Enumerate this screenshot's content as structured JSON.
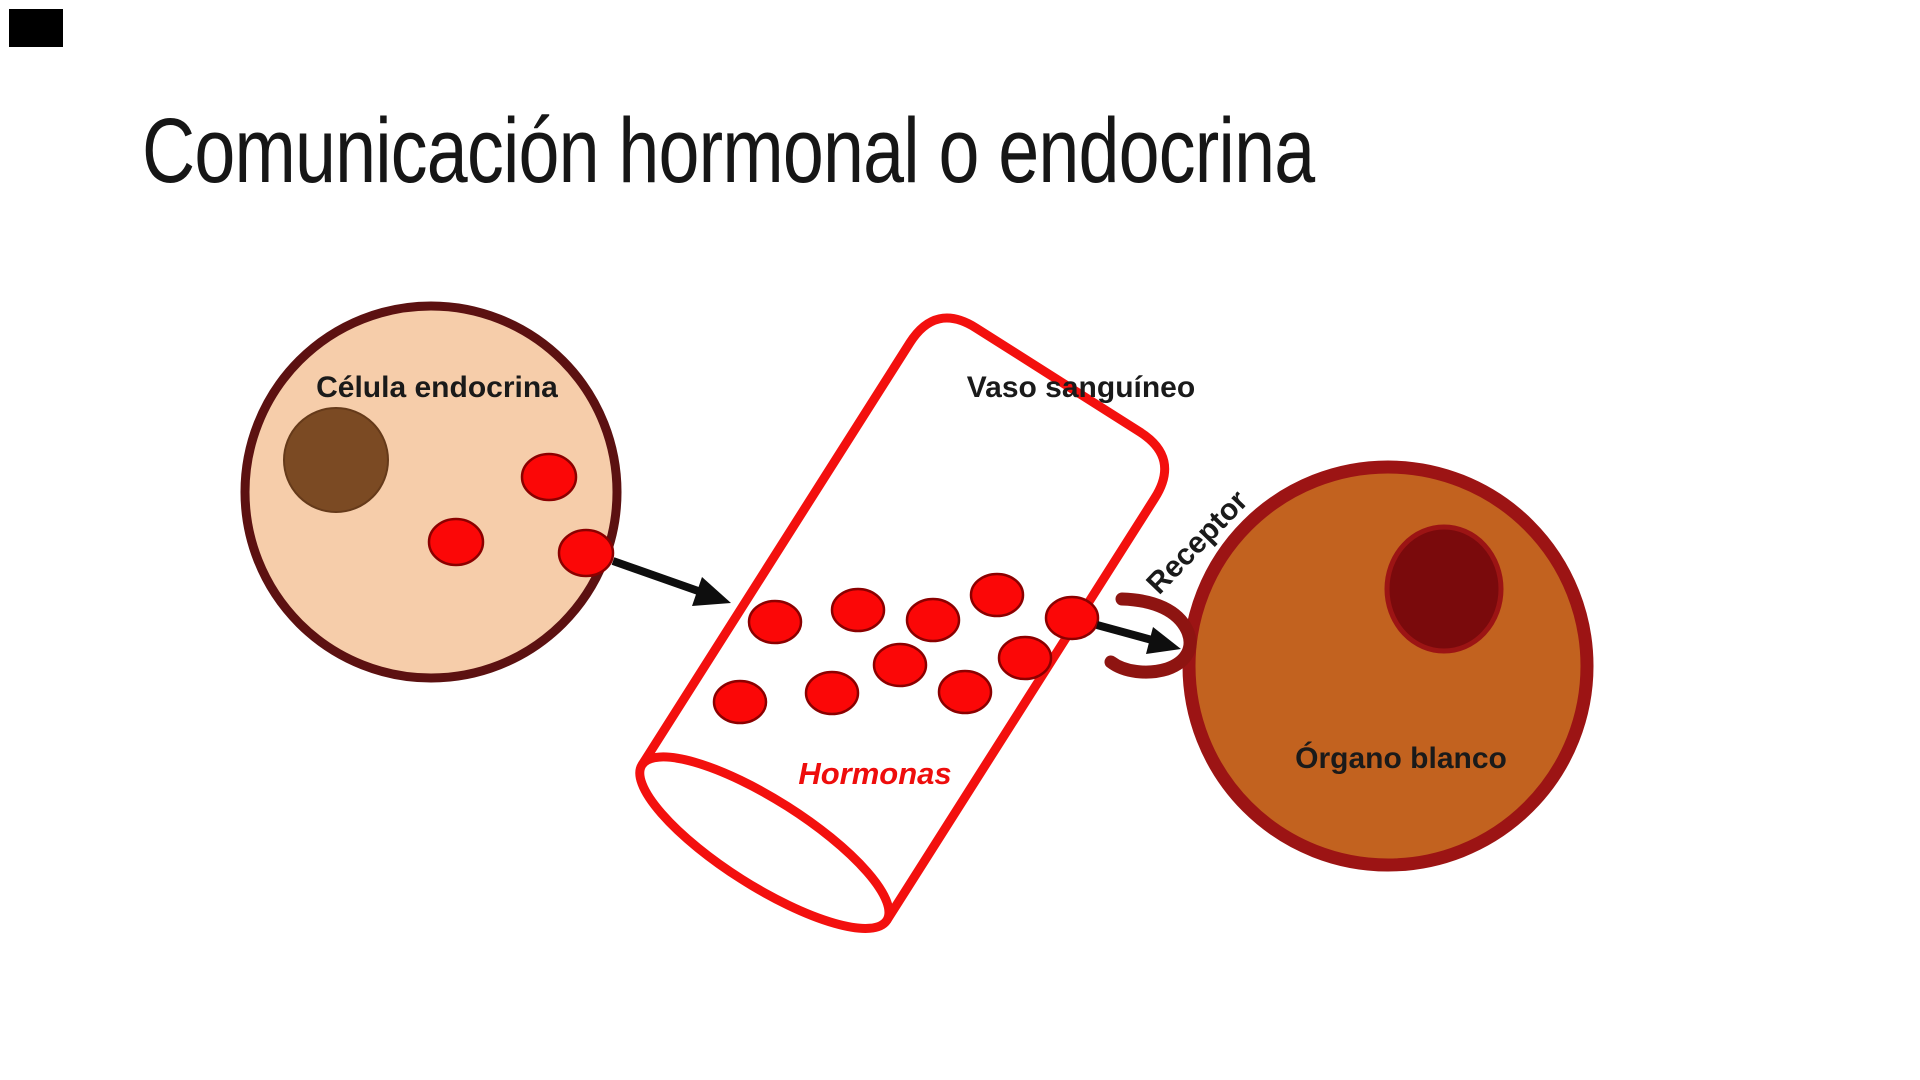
{
  "slide": {
    "background": "#ffffff",
    "corner_mark_color": "#000000"
  },
  "title": {
    "text": "Comunicación hormonal o endocrina",
    "color": "#161616"
  },
  "endocrine_cell": {
    "label": "Célula endocrina",
    "fill": "#f6cdaa",
    "border": "#5c1111",
    "nucleus_color": "#7b4a23"
  },
  "blood_vessel": {
    "label": "Vaso sanguíneo",
    "outline_color": "#f3100e",
    "fill": "#ffffff"
  },
  "hormones": {
    "label": "Hormonas",
    "label_color": "#ee0d0c",
    "dot_fill": "#fb0707",
    "dot_outline": "#8b0000",
    "dots_in_vessel": 10,
    "dots_in_cell": 3
  },
  "receptor": {
    "label": "Receptor",
    "color": "#8e1411"
  },
  "target_organ": {
    "label": "Órgano blanco",
    "fill": "#c2621f",
    "border": "#9c1414",
    "nucleus_color": "#7a0a0c"
  },
  "arrows": {
    "color": "#0e0e0e",
    "count": 2
  }
}
